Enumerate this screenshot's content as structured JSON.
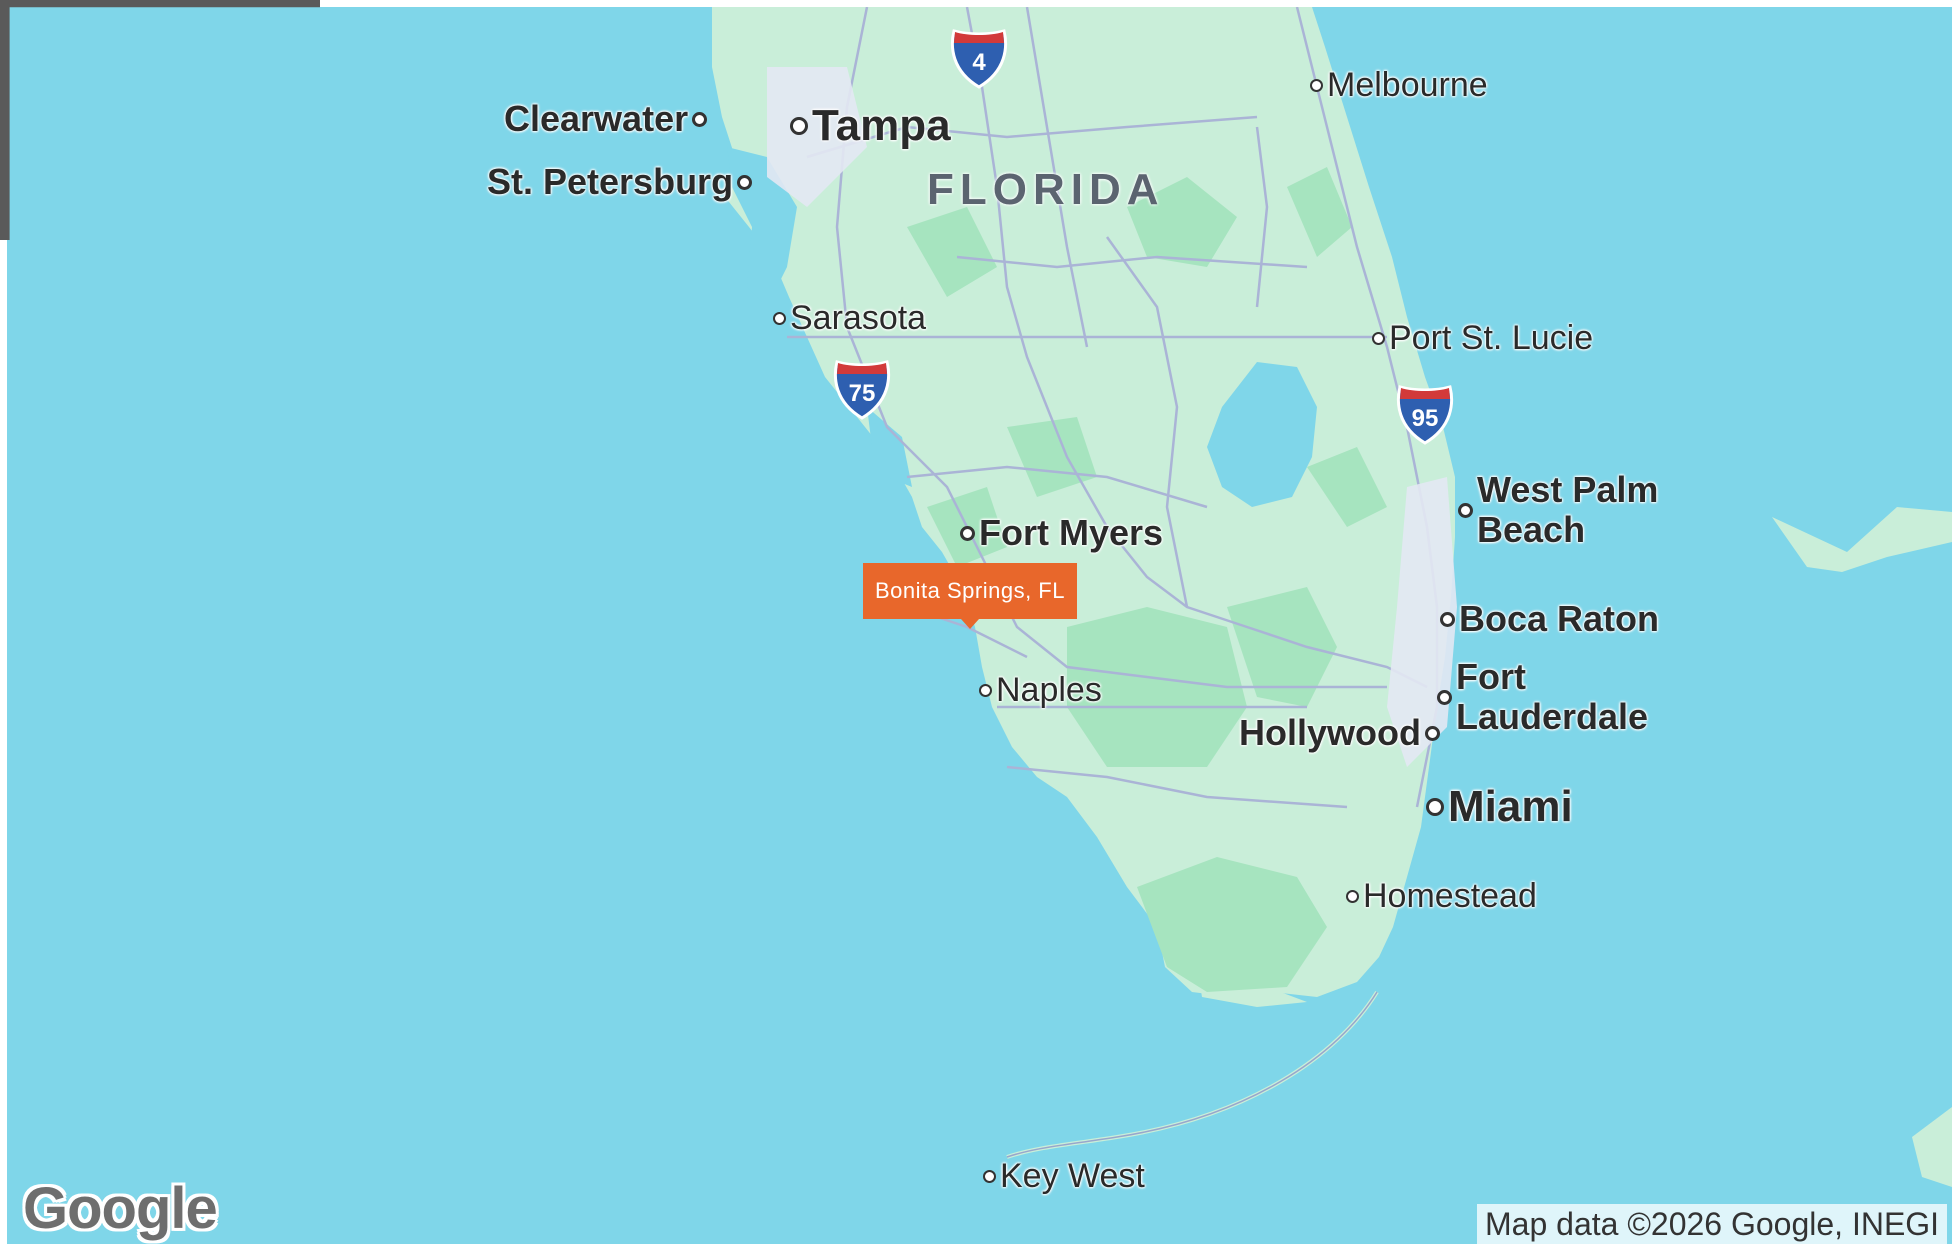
{
  "map": {
    "state_label": "FLORIDA",
    "cities": [
      {
        "id": "clearwater",
        "name": "Clearwater"
      },
      {
        "id": "tampa",
        "name": "Tampa"
      },
      {
        "id": "st-petersburg",
        "name": "St. Petersburg"
      },
      {
        "id": "melbourne",
        "name": "Melbourne"
      },
      {
        "id": "sarasota",
        "name": "Sarasota"
      },
      {
        "id": "port-st-lucie",
        "name": "Port St. Lucie"
      },
      {
        "id": "west-palm-beach",
        "line1": "West Palm",
        "line2": "Beach"
      },
      {
        "id": "fort-myers",
        "name": "Fort Myers"
      },
      {
        "id": "boca-raton",
        "name": "Boca Raton"
      },
      {
        "id": "fort-lauderdale",
        "line1": "Fort",
        "line2": "Lauderdale"
      },
      {
        "id": "naples",
        "name": "Naples"
      },
      {
        "id": "hollywood",
        "name": "Hollywood"
      },
      {
        "id": "miami",
        "name": "Miami"
      },
      {
        "id": "homestead",
        "name": "Homestead"
      },
      {
        "id": "key-west",
        "name": "Key West"
      }
    ],
    "highways": [
      {
        "id": "i-4",
        "number": "4"
      },
      {
        "id": "i-75",
        "number": "75"
      },
      {
        "id": "i-95",
        "number": "95"
      }
    ],
    "marker": {
      "label": "Bonita Springs, FL",
      "color": "#e8672b"
    },
    "logo": "Google",
    "attribution": "Map data ©2026 Google, INEGI",
    "colors": {
      "water": "#7fd6e9",
      "land": "#c9eed9",
      "park": "#a6e4bf",
      "road": "#aab4d6"
    }
  }
}
